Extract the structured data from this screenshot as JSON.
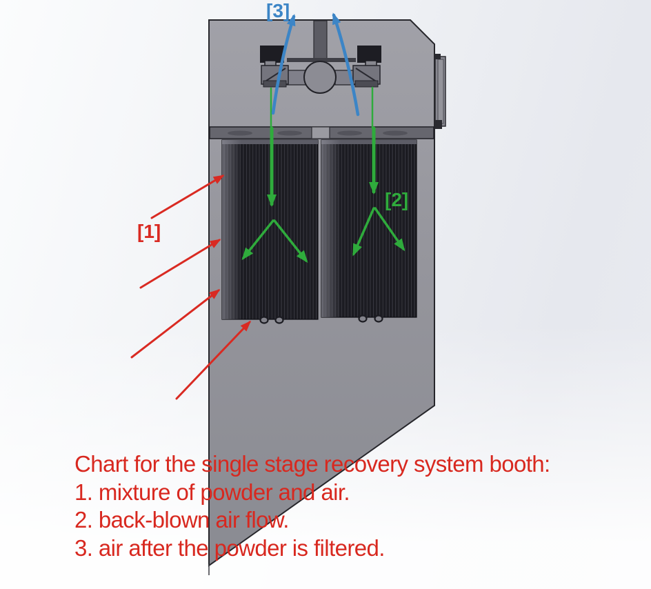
{
  "diagram": {
    "labels": {
      "mixture": "[1]",
      "backblown": "[2]",
      "filtered": "[3]"
    },
    "caption": {
      "title": "Chart for the single stage recovery system booth:",
      "item1": "1. mixture of powder and air.",
      "item2": "2. back-blown air flow.",
      "item3": "3. air after the powder is filtered."
    },
    "colors": {
      "annotation_red": "#d92a22",
      "annotation_green": "#2fab3c",
      "annotation_blue": "#3c85c6",
      "booth_gray": "#94949b",
      "filter_dark": "#15151a"
    }
  }
}
